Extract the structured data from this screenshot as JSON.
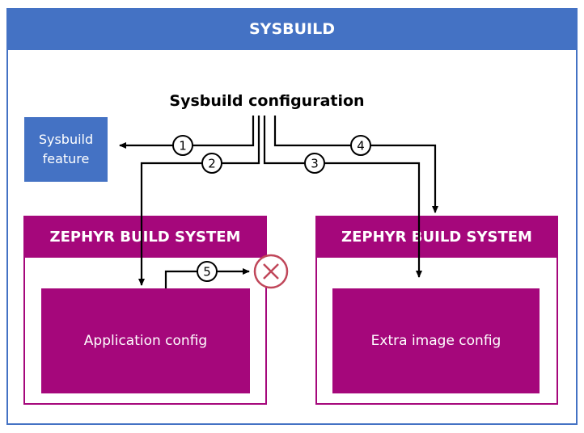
{
  "outer": {
    "title": "SYSBUILD"
  },
  "sysbuild_configuration": "Sysbuild configuration",
  "sysbuild_feature": {
    "line1": "Sysbuild",
    "line2": "feature"
  },
  "left_system": {
    "title": "ZEPHYR BUILD SYSTEM",
    "config": "Application config"
  },
  "right_system": {
    "title": "ZEPHYR BUILD SYSTEM",
    "config": "Extra image config"
  },
  "steps": [
    "1",
    "2",
    "3",
    "4",
    "5"
  ],
  "colors": {
    "sysbuild_blue": "#4472C4",
    "zephyr_magenta": "#A5077B",
    "error_red": "#C0475A"
  },
  "icons": [
    "x-circle-icon"
  ]
}
